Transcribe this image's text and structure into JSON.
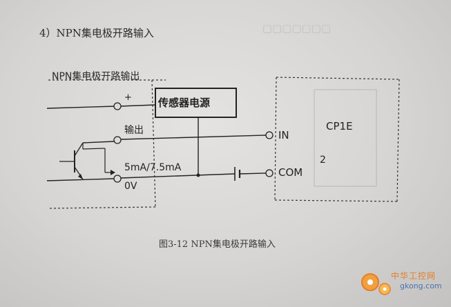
{
  "document": {
    "section_heading": "4）NPN集电极开路输入",
    "diagram_label": "NPN集电极开路输出",
    "caption": "图3-12 NPN集电极开路输入"
  },
  "diagram": {
    "power_box": "传感器电源",
    "plus": "+",
    "output_label": "输出",
    "current_label": "5mA/7.5mA",
    "zero_v": "0V",
    "in_label": "IN",
    "com_label": "COM",
    "model": "CP1E",
    "number": "2"
  },
  "watermark": {
    "text": "中华工控网",
    "url": "gkong.com"
  },
  "colors": {
    "ink": "#222222",
    "watermark_orange": "#e57d2a",
    "watermark_blue": "#4d6fb0"
  }
}
